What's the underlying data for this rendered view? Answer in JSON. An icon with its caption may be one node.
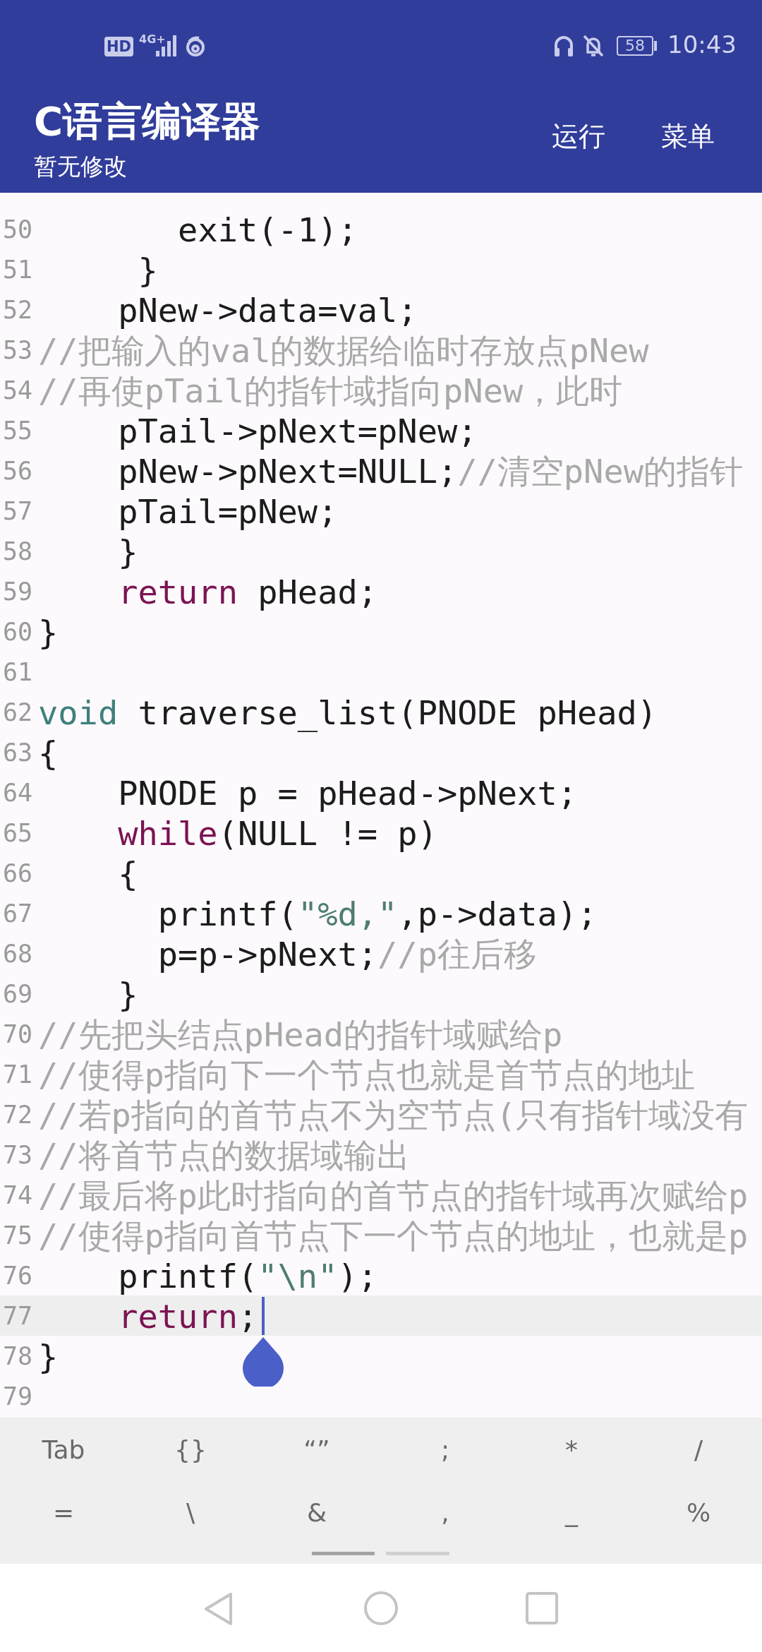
{
  "diagram": {
    "title": "C语言编译器",
    "labels": [
      "HD",
      "4G+",
      "58",
      "10:43",
      "暂无修改",
      "运行",
      "菜单",
      "50",
      "exit(-1);",
      "51",
      "}",
      "52",
      "pNew->data=val;",
      "53",
      "//把输入的val的数据给临时存放点pNew",
      "54",
      "//再使pTail的指针域指向pNew，此时",
      "55",
      "pTail->pNext=pNew;",
      "56",
      "pNew->pNext=NULL;//清空pNew的指针",
      "57",
      "pTail=pNew;",
      "58",
      "}",
      "59",
      "return pHead;",
      "60",
      "}",
      "61",
      "62",
      "void traverse_list(PNODE pHead)",
      "63",
      "{",
      "64",
      "PNODE p = pHead->pNext;",
      "65",
      "while(NULL != p)",
      "66",
      "{",
      "67",
      "printf(\"%d,\",p->data);",
      "68",
      "p=p->pNext;//p往后移",
      "69",
      "}",
      "70",
      "//先把头结点pHead的指针域赋给p",
      "71",
      "//使得p指向下一个节点也就是首节点的地址",
      "72",
      "//若p指向的首节点不为空节点(只有指针域没有",
      "73",
      "//将首节点的数据域输出",
      "74",
      "//最后将p此时指向的首节点的指针域再次赋给p",
      "75",
      "//使得p指向首节点下一个节点的地址，也就是p",
      "76",
      "printf(\"\\n\");",
      "77",
      "return;",
      "78",
      "}",
      "79",
      "Tab",
      "{}",
      "“”",
      ";",
      "*",
      "/",
      "=",
      "\\",
      "&",
      ",",
      "_",
      "%"
    ]
  }
}
